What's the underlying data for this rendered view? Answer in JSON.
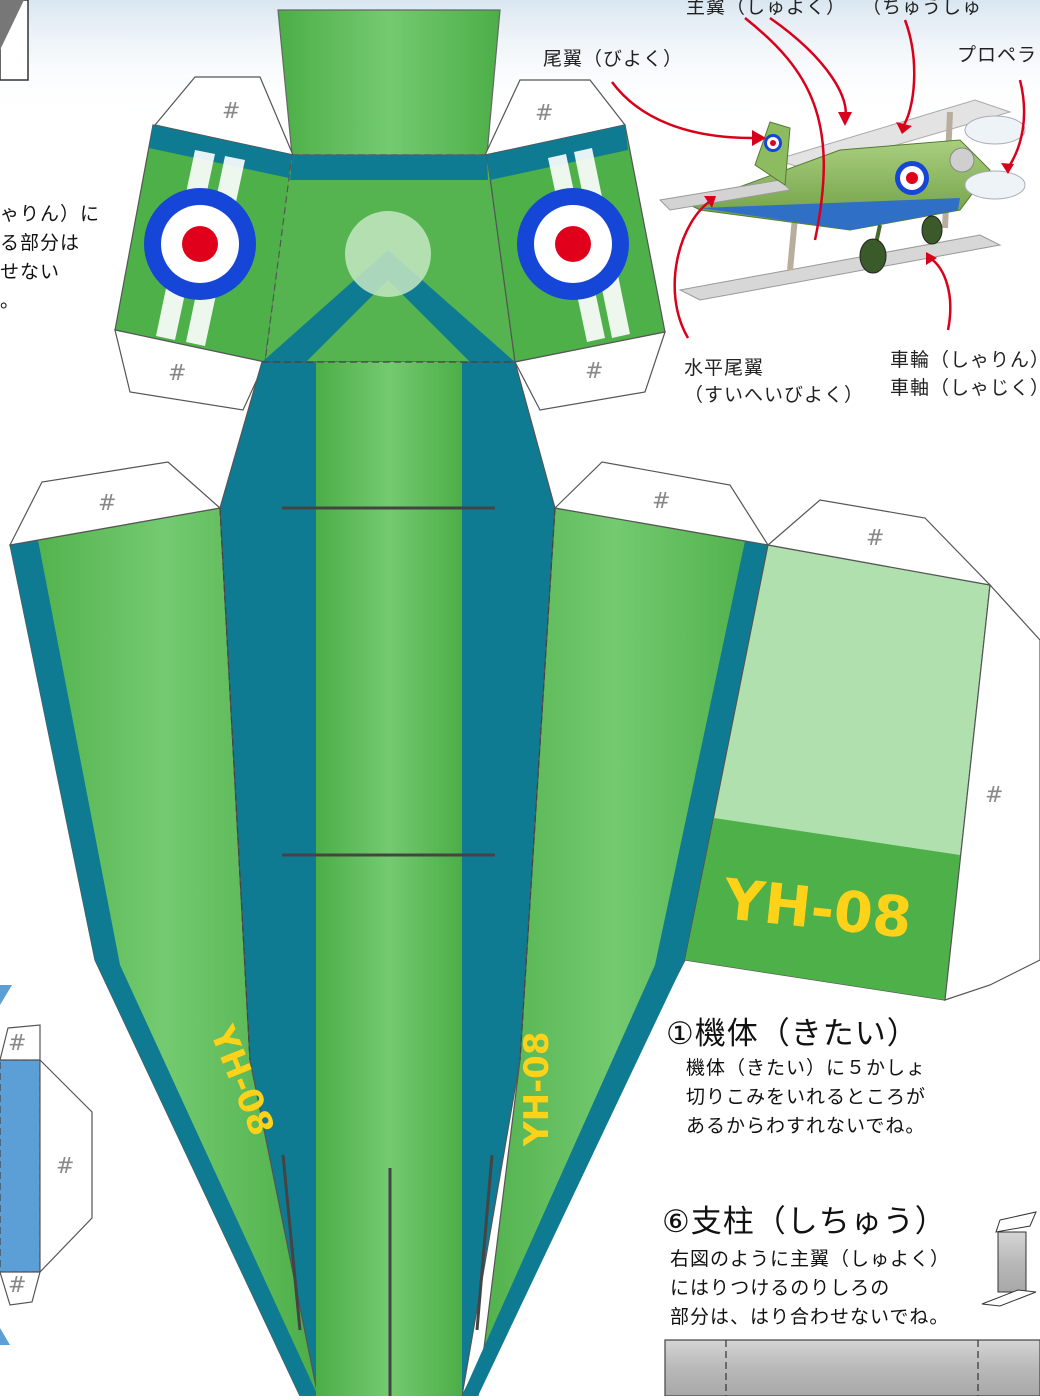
{
  "labels": {
    "main_wing": "主翼（しゅよく）",
    "top_right_partial": "（ちゅうしゅ",
    "tail_wing": "尾翼（びよく）",
    "propeller": "プロペラ",
    "horizontal_tail_1": "水平尾翼",
    "horizontal_tail_2": "（すいへいびよく）",
    "wheel": "車輪（しゃりん）",
    "axle": "車軸（しゃじく）"
  },
  "left_note": {
    "line1": "ゃりん）に",
    "line2": "る部分は",
    "line3": "せない",
    "line4": "。"
  },
  "fuselage_code": "YH-08",
  "hash_mark": "#",
  "section1": {
    "title": "①機体（きたい）",
    "body1": "機体（きたい）に５かしょ",
    "body2": "切りこみをいれるところが",
    "body3": "あるからわすれないでね。"
  },
  "section6": {
    "title": "⑥支柱（しちゅう）",
    "body1": "右図のように主翼（しゅよく）",
    "body2": "にはりつけるのりしろの",
    "body3": "部分は、はり合わせないでね。"
  },
  "colors": {
    "green": "#4db048",
    "light_green": "#6dc66a",
    "teal": "#0e7b93",
    "pale_green": "#b0e0ad",
    "yellow": "#ffd21a",
    "roundel_blue": "#1646d8",
    "roundel_red": "#e0001b",
    "arrow_red": "#d8001b",
    "sky_blue": "#5b9fd6"
  }
}
